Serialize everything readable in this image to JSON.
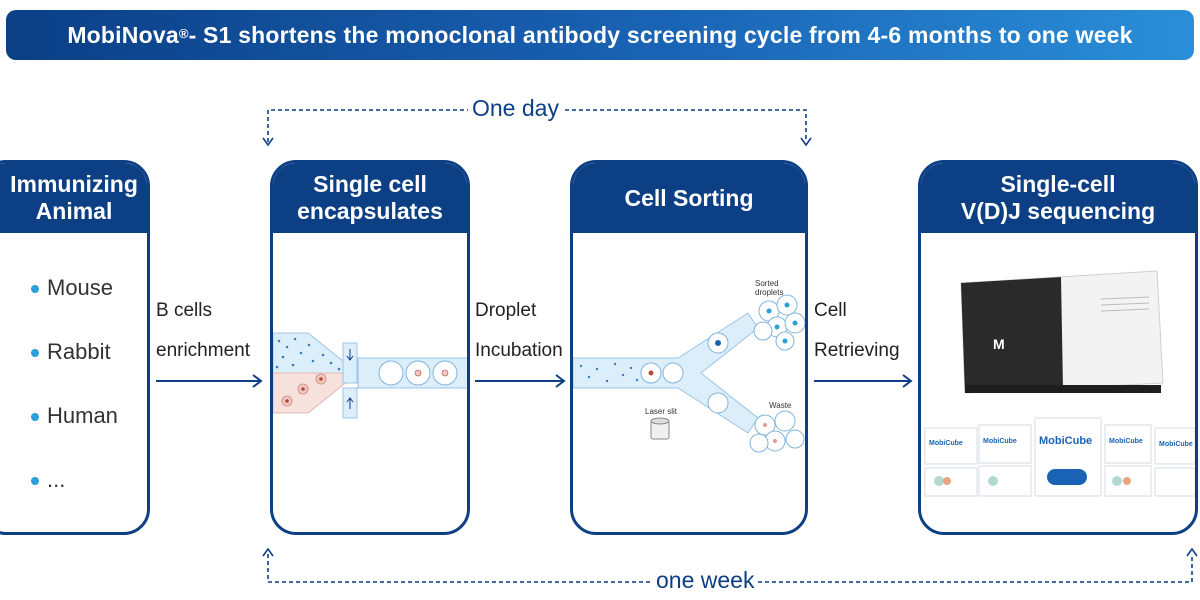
{
  "header": {
    "brand": "MobiNova",
    "trademark": "®",
    "text": " - S1 shortens the monoclonal antibody screening cycle from 4-6 months to one week"
  },
  "spans": {
    "top": "One day",
    "bottom": "one week"
  },
  "cards": [
    {
      "title_line1": "Immunizing",
      "title_line2": "Animal",
      "items": [
        "Mouse",
        "Rabbit",
        "Human",
        "..."
      ]
    },
    {
      "title_line1": "Single cell",
      "title_line2": "encapsulates"
    },
    {
      "title_line1": "Cell Sorting",
      "title_line2": "",
      "labels": {
        "sorted": "Sorted droplets",
        "laser": "Laser slit",
        "waste": "Waste"
      }
    },
    {
      "title_line1": "Single-cell",
      "title_line2": "V(D)J sequencing",
      "kit_brand": "MobiCube"
    }
  ],
  "steps": [
    {
      "line1": "B cells",
      "line2": "enrichment"
    },
    {
      "line1": "Droplet",
      "line2": "Incubation"
    },
    {
      "line1": "Cell",
      "line2": "Retrieving"
    }
  ],
  "colors": {
    "navy": "#0d3f85",
    "accent": "#2a9fd8",
    "channel_blue": "#dbeefa",
    "channel_pink": "#f7e1dd"
  }
}
